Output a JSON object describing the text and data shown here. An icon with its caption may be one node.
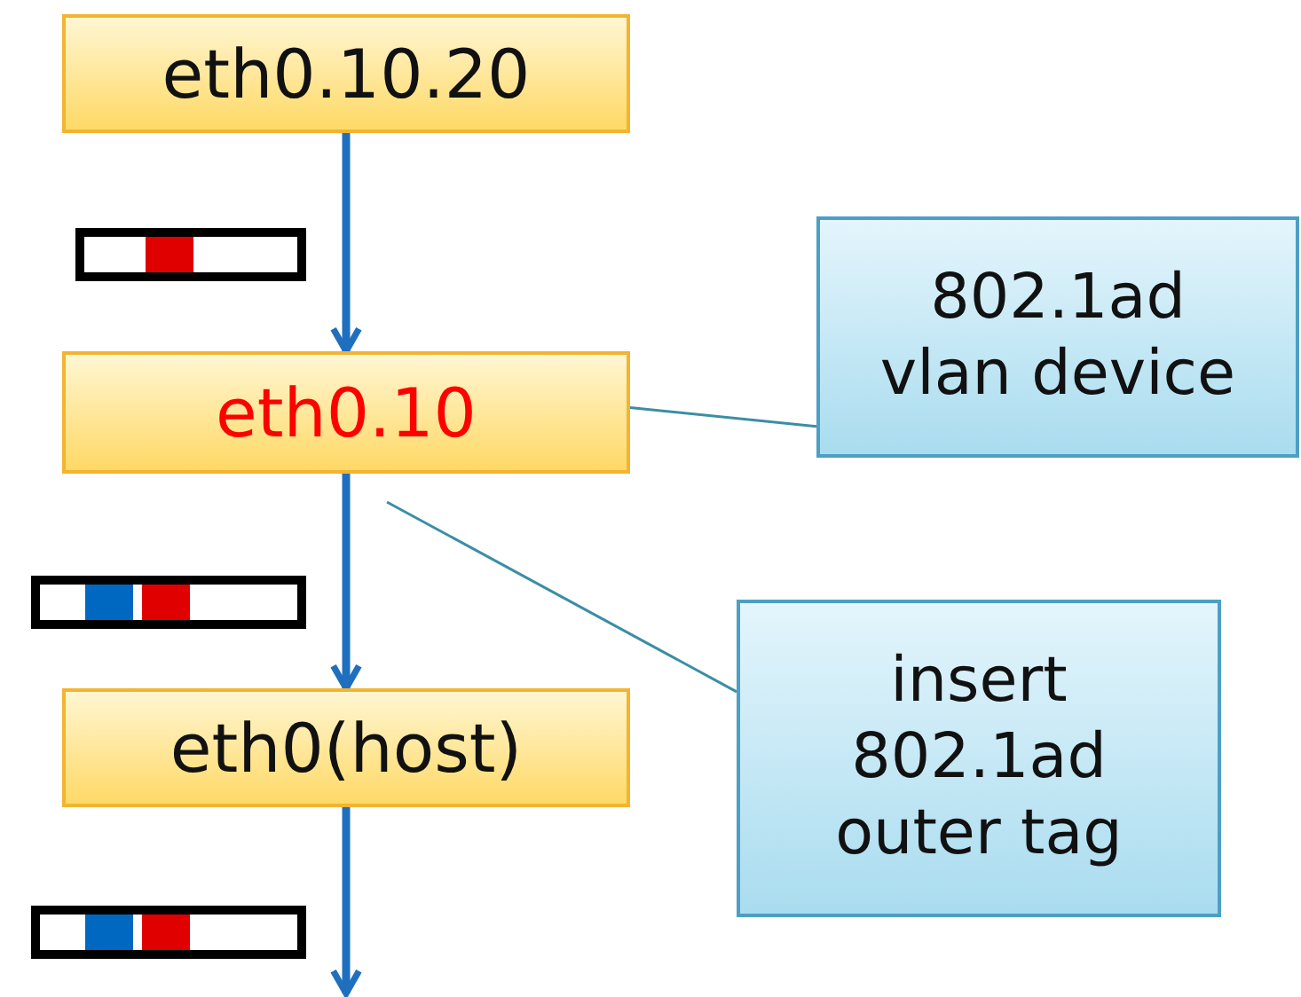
{
  "diagram": {
    "nodes": [
      {
        "text": [
          "eth0.10.20"
        ]
      },
      {
        "text": [
          "eth0.10"
        ]
      },
      {
        "text": [
          "eth0(host)"
        ]
      },
      {
        "text": [
          "802.1ad vlan device"
        ]
      },
      {
        "text": [
          "insert 802.1ad outer tag"
        ]
      }
    ],
    "edges": [
      {
        "from": 0,
        "to": 1,
        "arrow": "to"
      },
      {
        "from": 1,
        "to": 2,
        "arrow": "to"
      },
      {
        "from": 2,
        "to": null,
        "arrow": "to"
      },
      {
        "from": 3,
        "to": 1,
        "arrow": "none",
        "color": "#3b8ea5"
      },
      {
        "from": 4,
        "to": null,
        "arrow": "none",
        "color": "#3b8ea5"
      }
    ]
  }
}
